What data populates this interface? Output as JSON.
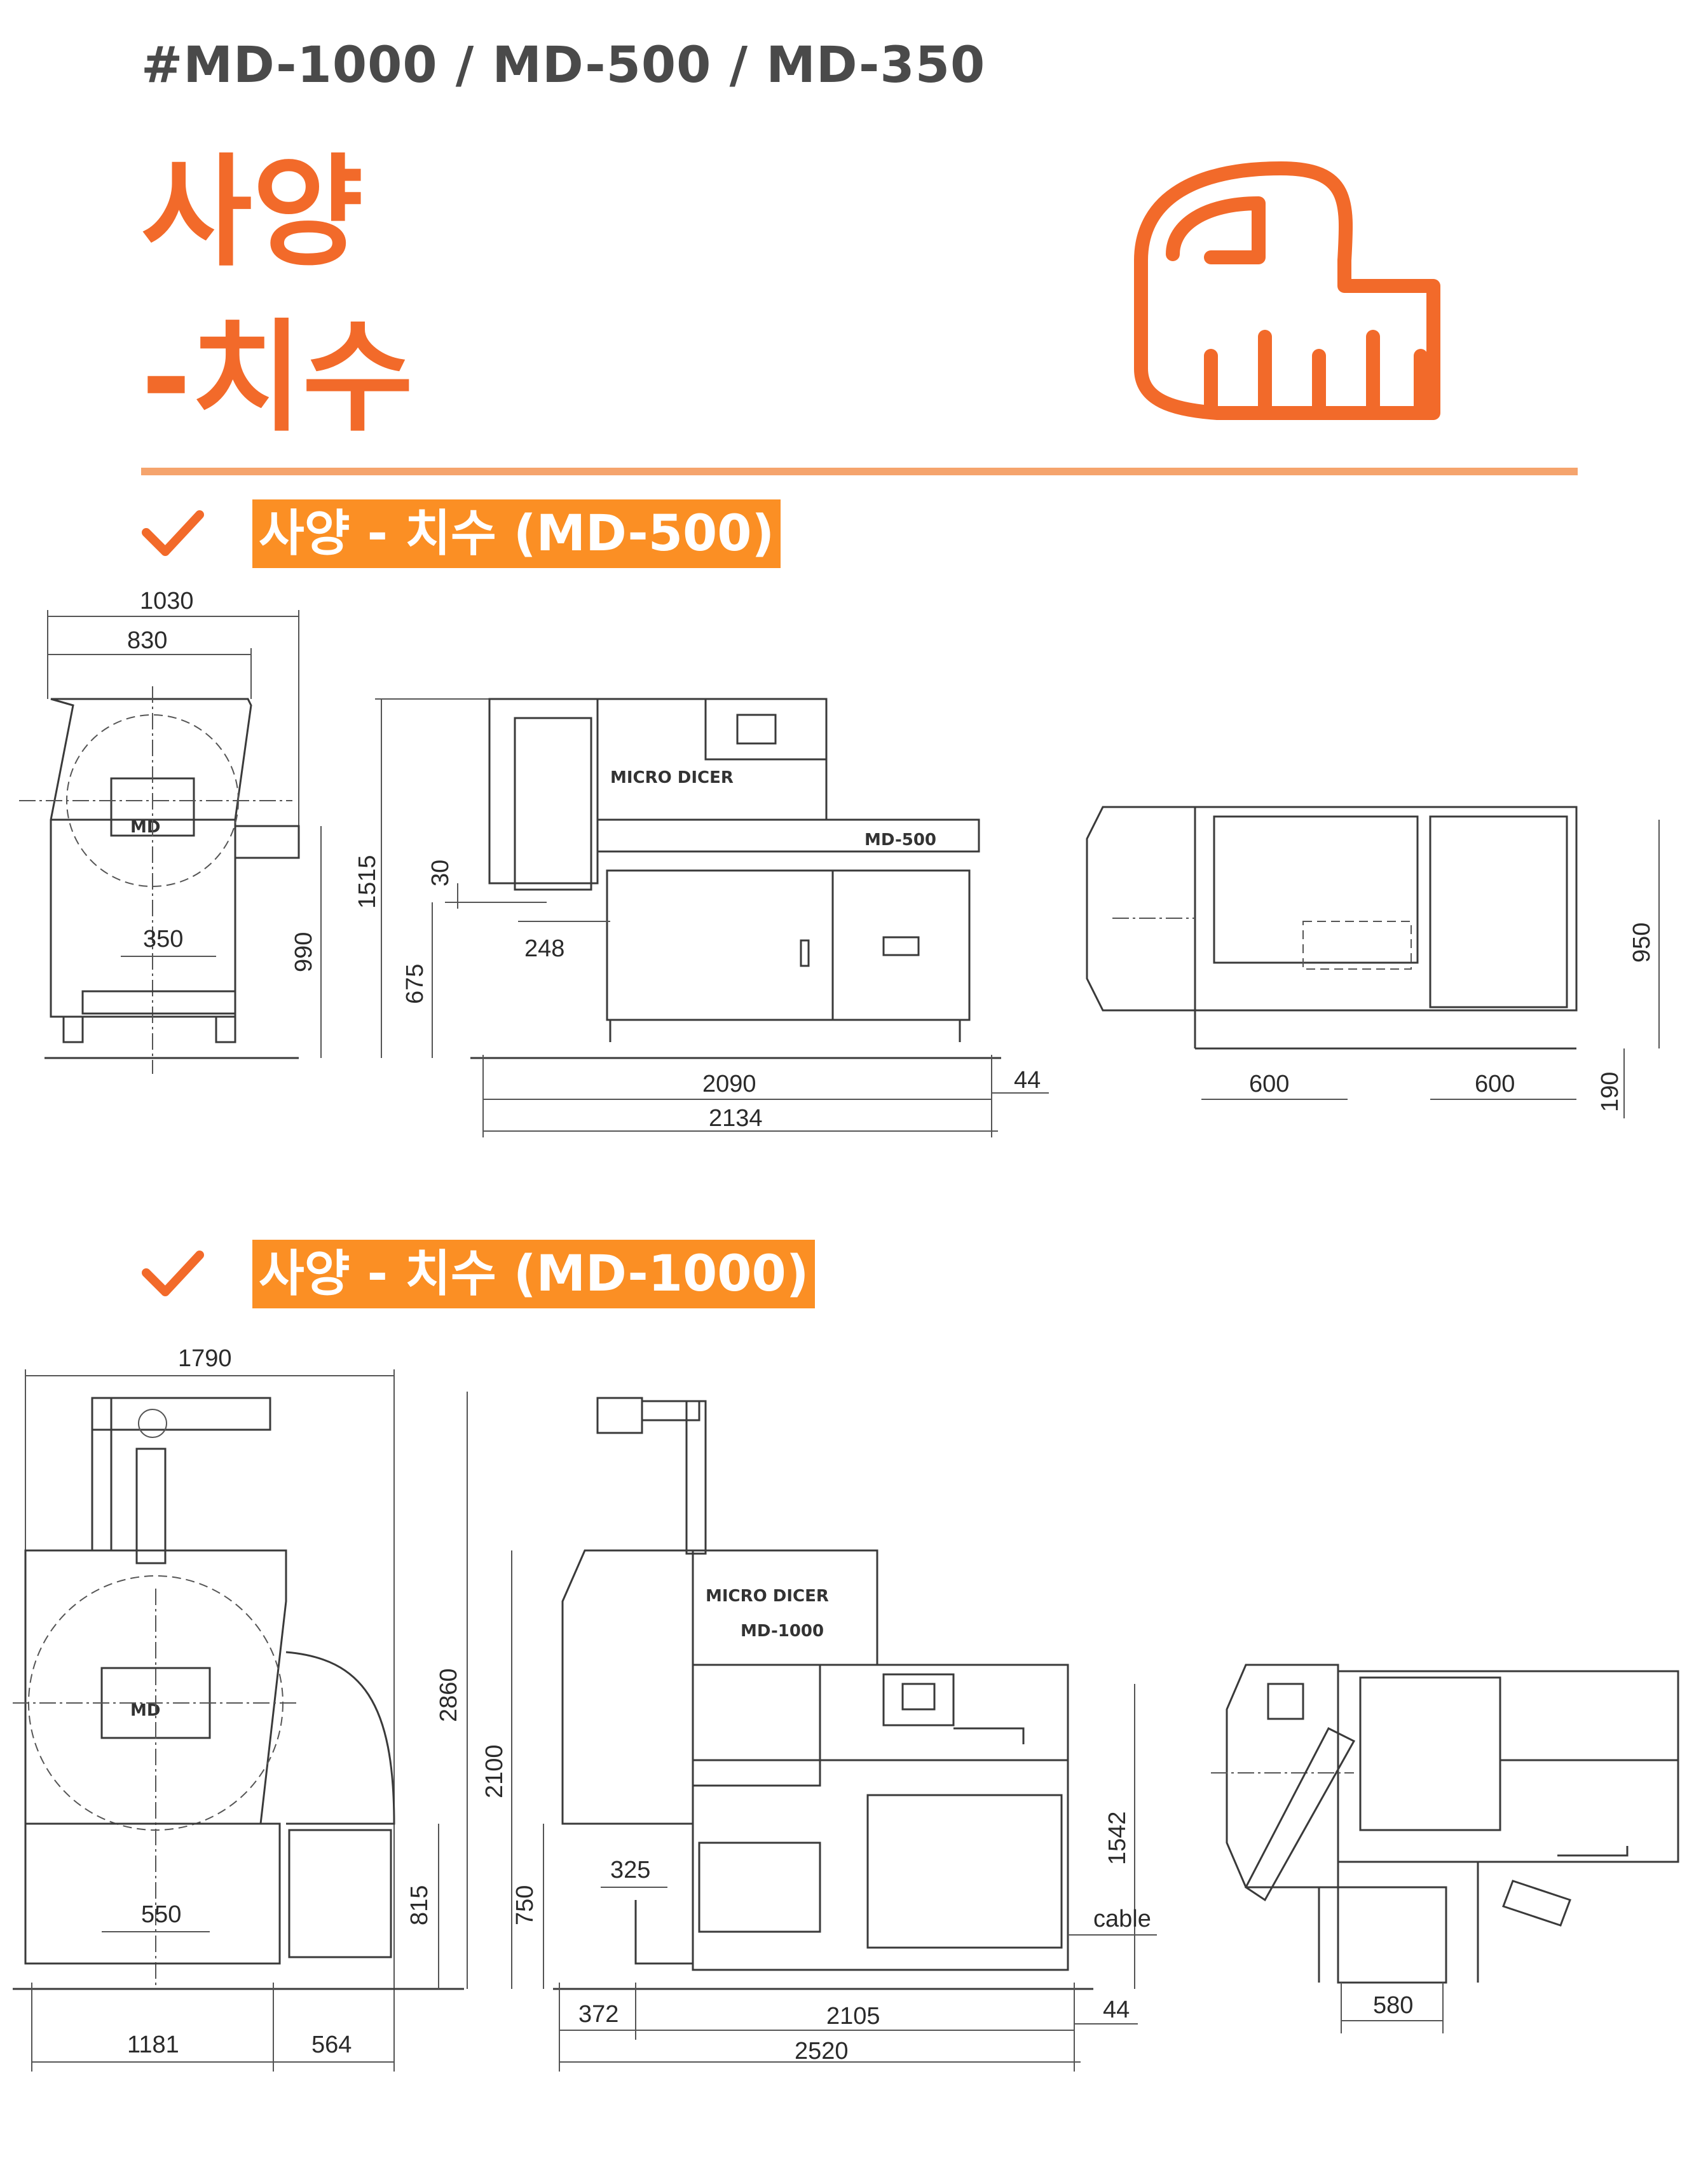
{
  "header": {
    "subtitle": "#MD-1000 / MD-500 / MD-350",
    "title_line1": "사양",
    "title_line2": "-치수",
    "icon": "measuring-tape-icon",
    "accent_color": "#f26a2a"
  },
  "sections": [
    {
      "label": "사양 - 치수 (MD-500)",
      "icon": "check-icon",
      "machine_label": "MICRO DICER",
      "model_label": "MD-500",
      "dimensions": {
        "front_width_total": "1030",
        "front_width_body": "830",
        "front_inner": "350",
        "front_height": "990",
        "side_height": "1515",
        "side_step": "30",
        "side_outlet_height": "675",
        "side_offset": "248",
        "side_length": "2090",
        "side_extra": "44",
        "side_total": "2134",
        "top_width_a": "600",
        "top_width_b": "600",
        "top_height": "950",
        "top_offset": "190"
      }
    },
    {
      "label": "사양 - 치수 (MD-1000)",
      "icon": "check-icon",
      "machine_label": "MICRO DICER",
      "model_label": "MD-1000",
      "dimensions": {
        "front_width_total": "1790",
        "front_height_total": "2860",
        "front_inner": "550",
        "front_outlet_height": "815",
        "front_base_a": "1181",
        "front_base_b": "564",
        "side_height": "2100",
        "side_outlet_height": "750",
        "side_offset": "325",
        "side_panel_height": "1542",
        "side_cable": "cable",
        "side_left": "372",
        "side_length": "2105",
        "side_extra": "44",
        "side_total": "2520",
        "top_width": "580"
      }
    }
  ]
}
